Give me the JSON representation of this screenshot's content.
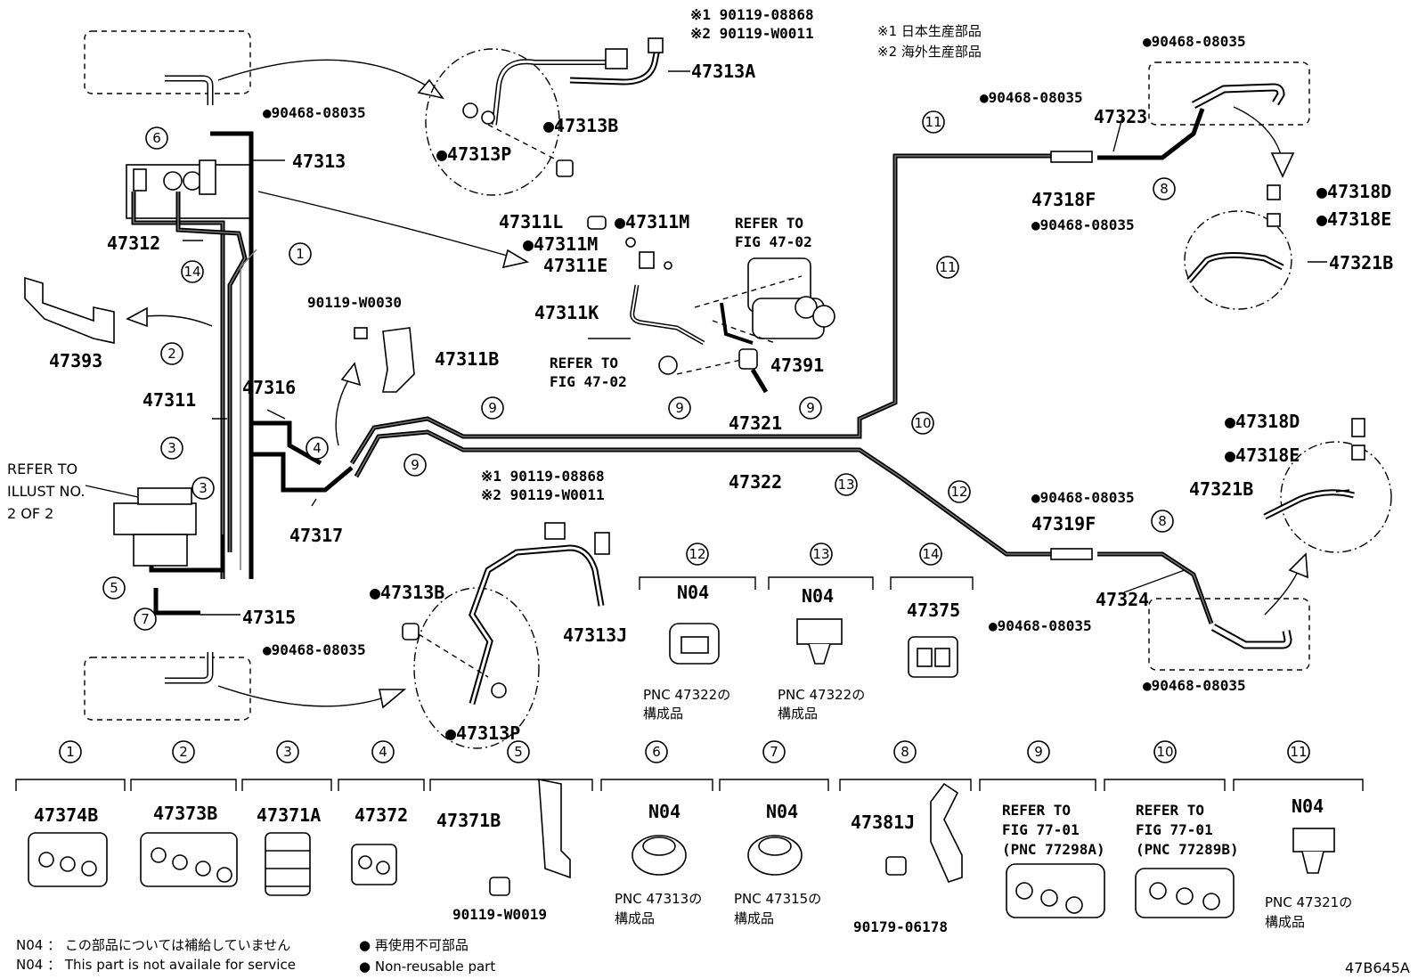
{
  "notes": {
    "origin1": "※1 日本生産部品",
    "origin2": "※2 海外生産部品",
    "n04_jp": "N04 ： この部品については補給していません",
    "n04_en": "N04 ： This part is not availale for service",
    "nonreuse_jp": "● 再使用不可部品",
    "nonreuse_en": "● Non-reusable part",
    "figure_id": "47B645A"
  },
  "parts": {
    "p90119_08868_top": "※1 90119-08868",
    "p90119_w0011_top": "※2 90119-W0011",
    "p47313A": "47313A",
    "p47313B_top": "●47313B",
    "p47313P_top": "●47313P",
    "p90468_08035_a": "●90468-08035",
    "p47313": "47313",
    "p47312": "47312",
    "p47393": "47393",
    "p47311": "47311",
    "p47316": "47316",
    "p47317": "47317",
    "p47315": "47315",
    "p90468_08035_b": "●90468-08035",
    "p90119_w0030": "90119-W0030",
    "p47311B": "47311B",
    "p47311L": "47311L",
    "p47311M_a": "●47311M",
    "p47311M_b": "●47311M",
    "p47311E": "47311E",
    "p47311K": "47311K",
    "refer_a_1": "REFER TO",
    "refer_a_2": "FIG 47-02",
    "refer_b_1": "REFER TO",
    "refer_b_2": "FIG 47-02",
    "p47391": "47391",
    "p47321": "47321",
    "p47322": "47322",
    "p90119_08868_mid": "※1 90119-08868",
    "p90119_w0011_mid": "※2 90119-W0011",
    "p47313B_bot": "●47313B",
    "p47313J": "47313J",
    "p47313P_bot": "●47313P",
    "p90468_08035_c": "●90468-08035",
    "p47323": "47323",
    "p90468_08035_d": "●90468-08035",
    "p47318F": "47318F",
    "p90468_08035_e": "●90468-08035",
    "p47318D_top": "●47318D",
    "p47318E_top": "●47318E",
    "p47321B_top": "47321B",
    "p47318D_bot": "●47318D",
    "p47318E_bot": "●47318E",
    "p47321B_bot": "47321B",
    "p90468_08035_f": "●90468-08035",
    "p47319F": "47319F",
    "p47324": "47324",
    "p90468_08035_g": "●90468-08035",
    "p90468_08035_h": "●90468-08035",
    "refer_illust_1": "REFER TO",
    "refer_illust_2": "ILLUST NO.",
    "refer_illust_3": "2 OF 2"
  },
  "callouts": [
    "1",
    "2",
    "3",
    "4",
    "5",
    "6",
    "7",
    "8",
    "9",
    "10",
    "11",
    "12",
    "13",
    "14"
  ],
  "clip_sets_mid": [
    {
      "num": "12",
      "code": "N04",
      "note1": "PNC 47322の",
      "note2": "構成品"
    },
    {
      "num": "13",
      "code": "N04",
      "note1": "PNC 47322の",
      "note2": "構成品"
    },
    {
      "num": "14",
      "code": "47375",
      "note1": "",
      "note2": ""
    }
  ],
  "legend_items": [
    {
      "num": "1",
      "part": "47374B"
    },
    {
      "num": "2",
      "part": "47373B"
    },
    {
      "num": "3",
      "part": "47371A"
    },
    {
      "num": "4",
      "part": "47372"
    },
    {
      "num": "5",
      "part": "47371B",
      "sub": "90119-W0019"
    },
    {
      "num": "6",
      "part": "N04",
      "note1": "PNC 47313の",
      "note2": "構成品"
    },
    {
      "num": "7",
      "part": "N04",
      "note1": "PNC 47315の",
      "note2": "構成品"
    },
    {
      "num": "8",
      "part": "47381J",
      "sub": "90179-06178"
    },
    {
      "num": "9",
      "line1": "REFER TO",
      "line2": "FIG 77-01",
      "line3": "(PNC 77298A)"
    },
    {
      "num": "10",
      "line1": "REFER TO",
      "line2": "FIG 77-01",
      "line3": "(PNC 77289B)"
    },
    {
      "num": "11",
      "part": "N04",
      "note1": "PNC 47321の",
      "note2": "構成品"
    }
  ]
}
